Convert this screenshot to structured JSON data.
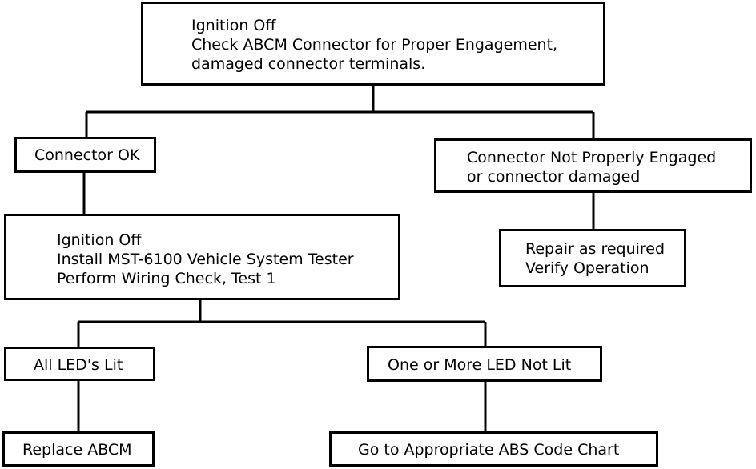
{
  "flowchart": {
    "start": {
      "lines": [
        "Ignition Off",
        "Check ABCM Connector for Proper Engagement,",
        "damaged connector terminals."
      ]
    },
    "connector_ok": {
      "lines": [
        "Connector OK"
      ]
    },
    "connector_not_ok": {
      "lines": [
        "Connector Not Properly Engaged",
        "or connector damaged"
      ]
    },
    "repair": {
      "lines": [
        "Repair as required",
        "Verify Operation"
      ]
    },
    "wiring_test": {
      "lines": [
        "Ignition Off",
        "Install MST-6100 Vehicle System Tester",
        "Perform Wiring Check, Test 1"
      ]
    },
    "all_lit": {
      "lines": [
        "All LED's Lit"
      ]
    },
    "not_lit": {
      "lines": [
        "One or More LED Not Lit"
      ]
    },
    "replace": {
      "lines": [
        "Replace ABCM"
      ]
    },
    "goto_chart": {
      "lines": [
        "Go to Appropriate ABS Code Chart"
      ]
    }
  }
}
